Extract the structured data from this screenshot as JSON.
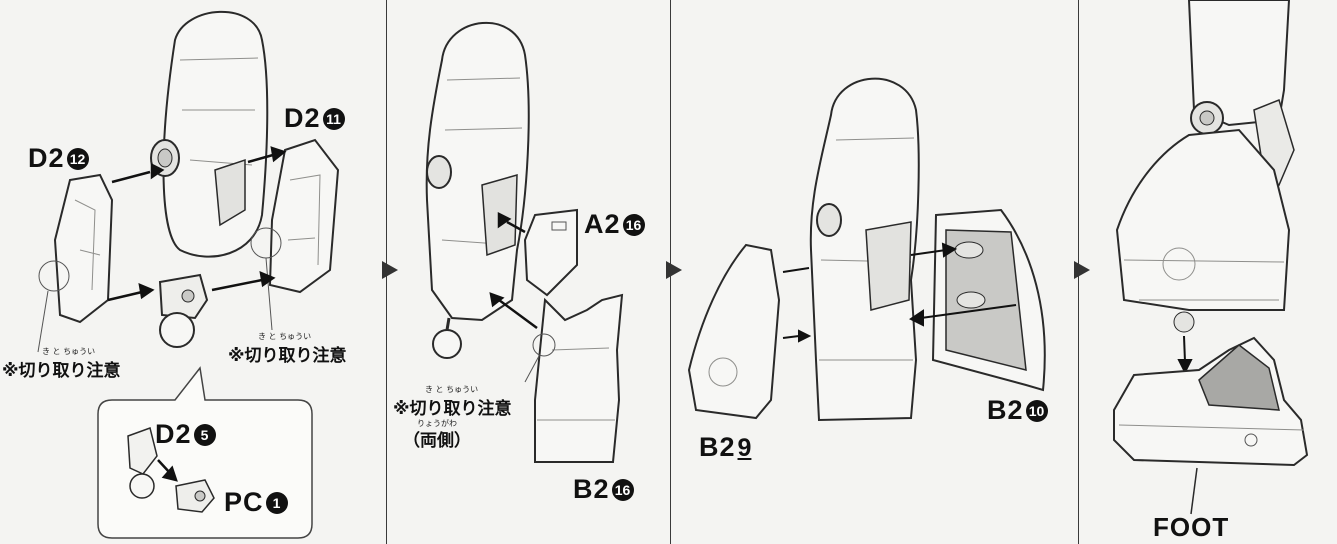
{
  "labels": {
    "p1_top_left": {
      "code": "D2",
      "num": "12"
    },
    "p1_top_right": {
      "code": "D2",
      "num": "11"
    },
    "p1_inset_top": {
      "code": "D2",
      "num": "5"
    },
    "p1_inset_bottom": {
      "code": "PC",
      "num": "1"
    },
    "p2_right": {
      "code": "A2",
      "num": "16"
    },
    "p2_bottom": {
      "code": "B2",
      "num": "16"
    },
    "p3_left": {
      "code": "B2",
      "num": "9"
    },
    "p3_right": {
      "code": "B2",
      "num": "10"
    },
    "p4_bottom": "FOOT"
  },
  "notes": {
    "caution": "※切り取り注意",
    "caution_ruby": "き と ちゅうい",
    "both_sides": "（両側）",
    "both_sides_ruby": "りょうがわ"
  },
  "colors": {
    "line": "#2a2a2a",
    "part": "#f7f7f5",
    "shade": "#c9c9c6",
    "dark": "#8f8f8c"
  }
}
